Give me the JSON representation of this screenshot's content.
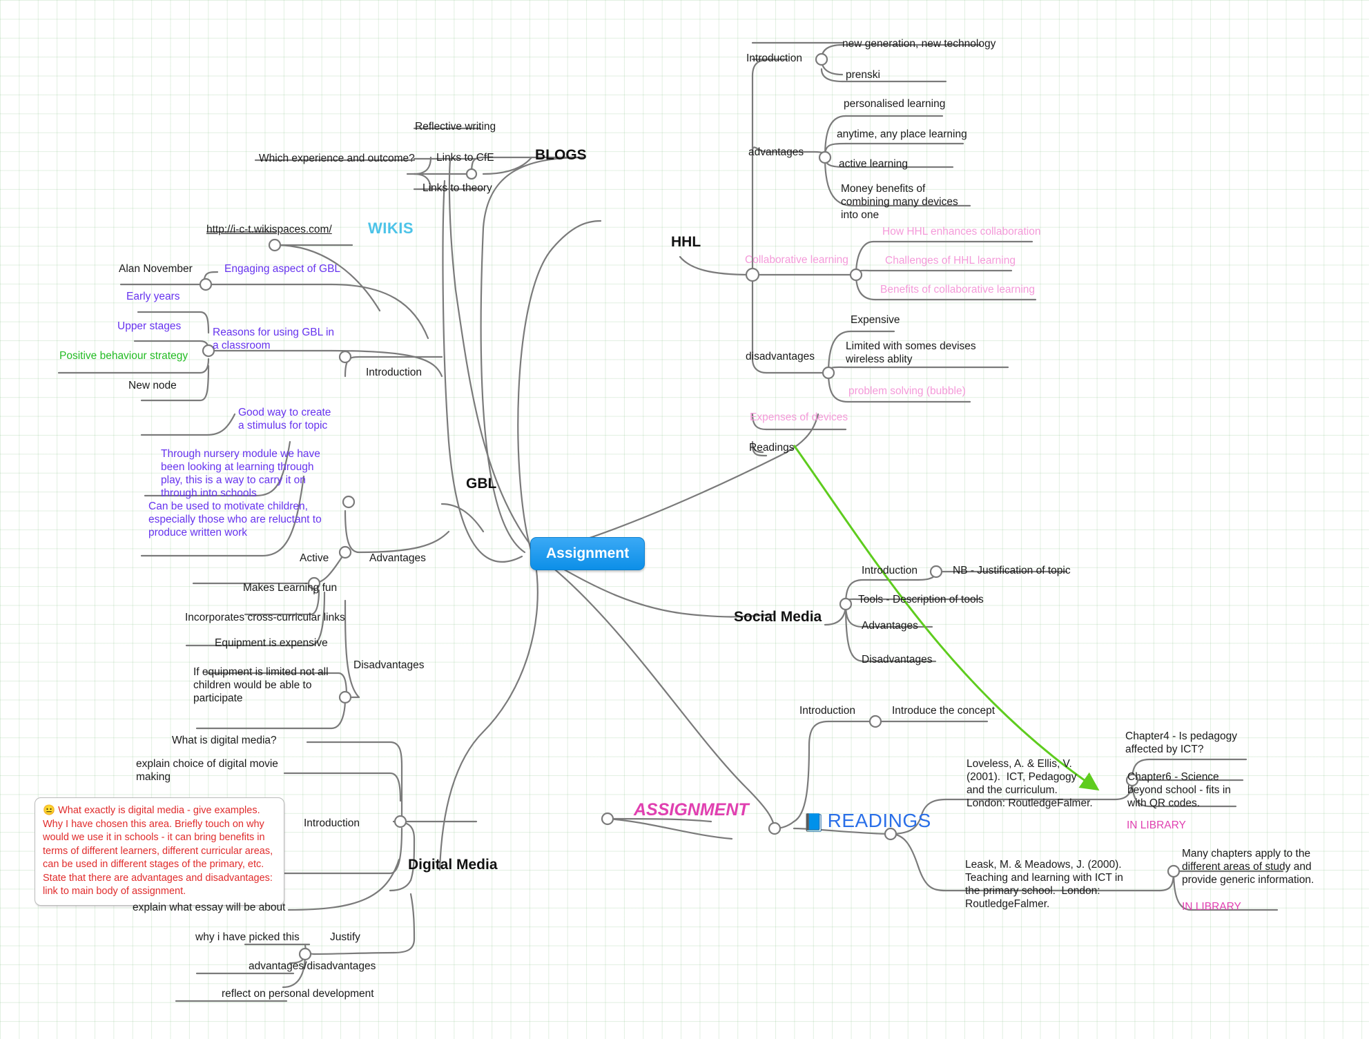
{
  "root": {
    "label": "Assignment"
  },
  "branches": {
    "blogs": {
      "title": "BLOGS",
      "children": [
        {
          "label": "Reflective writing"
        },
        {
          "label": "Links to CfE",
          "children": [
            {
              "label": "Which experience and outcome?"
            }
          ]
        },
        {
          "label": "Links to theory"
        }
      ]
    },
    "wikis": {
      "title": "WIKIS",
      "children": [
        {
          "label": "http://i-c-t.wikispaces.com/"
        }
      ]
    },
    "gbl": {
      "title": "GBL",
      "introduction": {
        "label": "Introduction",
        "children": [
          {
            "label": "Engaging aspect of GBL",
            "color": "purple",
            "children": [
              {
                "label": "Alan November",
                "color": "black"
              }
            ]
          },
          {
            "label": "Reasons for using GBL in a classroom",
            "color": "purple",
            "children": [
              {
                "label": "Early years",
                "color": "purple"
              },
              {
                "label": "Upper stages",
                "color": "purple"
              },
              {
                "label": "Positive behaviour strategy",
                "color": "green"
              },
              {
                "label": "New node",
                "color": "black"
              }
            ]
          },
          {
            "label": "Good way to create a stimulus for topic",
            "color": "purple"
          },
          {
            "label": "Through nursery module we have been looking at learning through play, this is a way to carry it on through into schools",
            "color": "purple"
          },
          {
            "label": "Can be used to motivate children, especially those who are reluctant to produce written work",
            "color": "purple"
          }
        ]
      },
      "advantages": {
        "label": "Advantages",
        "children": [
          {
            "label": "Active"
          },
          {
            "label": "Makes Learning fun"
          },
          {
            "label": "Incorporates cross-curricular links"
          }
        ]
      },
      "disadvantages": {
        "label": "Disadvantages",
        "children": [
          {
            "label": "Equipment is expensive"
          },
          {
            "label": "If equipment is limited not all children would be able to participate"
          }
        ]
      }
    },
    "hhl": {
      "title": "HHL",
      "children": [
        {
          "label": "Introduction",
          "children": [
            {
              "label": "new generation, new technology"
            },
            {
              "label": "prenski"
            }
          ]
        },
        {
          "label": "advantages",
          "children": [
            {
              "label": "personalised learning"
            },
            {
              "label": "anytime, any place learning"
            },
            {
              "label": "active learning"
            },
            {
              "label": "Money benefits of combining many devices into one"
            }
          ]
        },
        {
          "label": "Collaborative learning",
          "color": "pink",
          "children": [
            {
              "label": "How HHL enhances collaboration",
              "color": "pink"
            },
            {
              "label": "Challenges of HHL learning",
              "color": "pink"
            },
            {
              "label": "Benefits of collaborative learning",
              "color": "pink"
            }
          ]
        },
        {
          "label": "disadvantages",
          "children": [
            {
              "label": "Expensive"
            },
            {
              "label": "Limited with somes devises wireless ablity"
            },
            {
              "label": "problem solving (bubble)",
              "color": "pink"
            }
          ]
        },
        {
          "label": "Expenses of devices",
          "color": "pink"
        },
        {
          "label": "Readings"
        }
      ]
    },
    "social_media": {
      "title": "Social Media",
      "children": [
        {
          "label": "Introduction",
          "children": [
            {
              "label": "NB - Justification of topic"
            }
          ]
        },
        {
          "label": "Tools - Description of tools"
        },
        {
          "label": "Advantages"
        },
        {
          "label": "Disadvantages"
        }
      ]
    },
    "assignment_branch": {
      "title": "ASSIGNMENT"
    },
    "readings": {
      "title": "READINGS",
      "icon": "book-icon",
      "children": [
        {
          "label": "Introduction",
          "children": [
            {
              "label": "Introduce the concept"
            }
          ]
        },
        {
          "label": "Loveless, A. & Ellis, V. (2001).  ICT, Pedagogy and the curriculum.  London: RoutledgeFalmer.",
          "children": [
            {
              "label": "Chapter4 - Is pedagogy affected by ICT?"
            },
            {
              "label": "Chapter6 - Science beyond school - fits in with QR codes."
            },
            {
              "label": "IN LIBRARY",
              "color": "magenta"
            }
          ]
        },
        {
          "label": "Leask, M. & Meadows, J. (2000).  Teaching and learning with ICT in the primary school.  London: RoutledgeFalmer.",
          "children": [
            {
              "label": "Many chapters apply to the different areas of study and provide generic information."
            },
            {
              "label": "IN LIBRARY",
              "color": "magenta"
            }
          ]
        }
      ]
    },
    "digital_media": {
      "title": "Digital Media",
      "introduction": {
        "label": "Introduction",
        "children": [
          {
            "label": "What is digital media?"
          },
          {
            "label": "explain choice of digital movie making"
          },
          {
            "label": "😐 What exactly is digital media - give examples. Why I have chosen this area. Briefly touch on why would we use it in schools - it can bring benefits in terms of different learners, different curricular areas, can be used in different stages of the primary, etc. State that there are advantages and disadvantages: link to main body of assignment.",
            "color": "red",
            "boxed": true
          },
          {
            "label": "explain what essay will be about"
          }
        ]
      },
      "justify": {
        "label": "Justify",
        "children": [
          {
            "label": "why i have picked this"
          },
          {
            "label": "advantages/disadvantages"
          },
          {
            "label": "reflect on personal development"
          }
        ]
      }
    }
  },
  "colors": {
    "root_fill": "#0d8fe8",
    "edge": "#7a7a7a",
    "arrow": "#5ecc1e",
    "purple": "#6633ee",
    "green": "#22bb22",
    "pink": "#f49ad9",
    "magenta": "#e040b0",
    "red": "#e02b2b",
    "blue": "#2a6fe8",
    "cyan": "#4cc3e8"
  }
}
